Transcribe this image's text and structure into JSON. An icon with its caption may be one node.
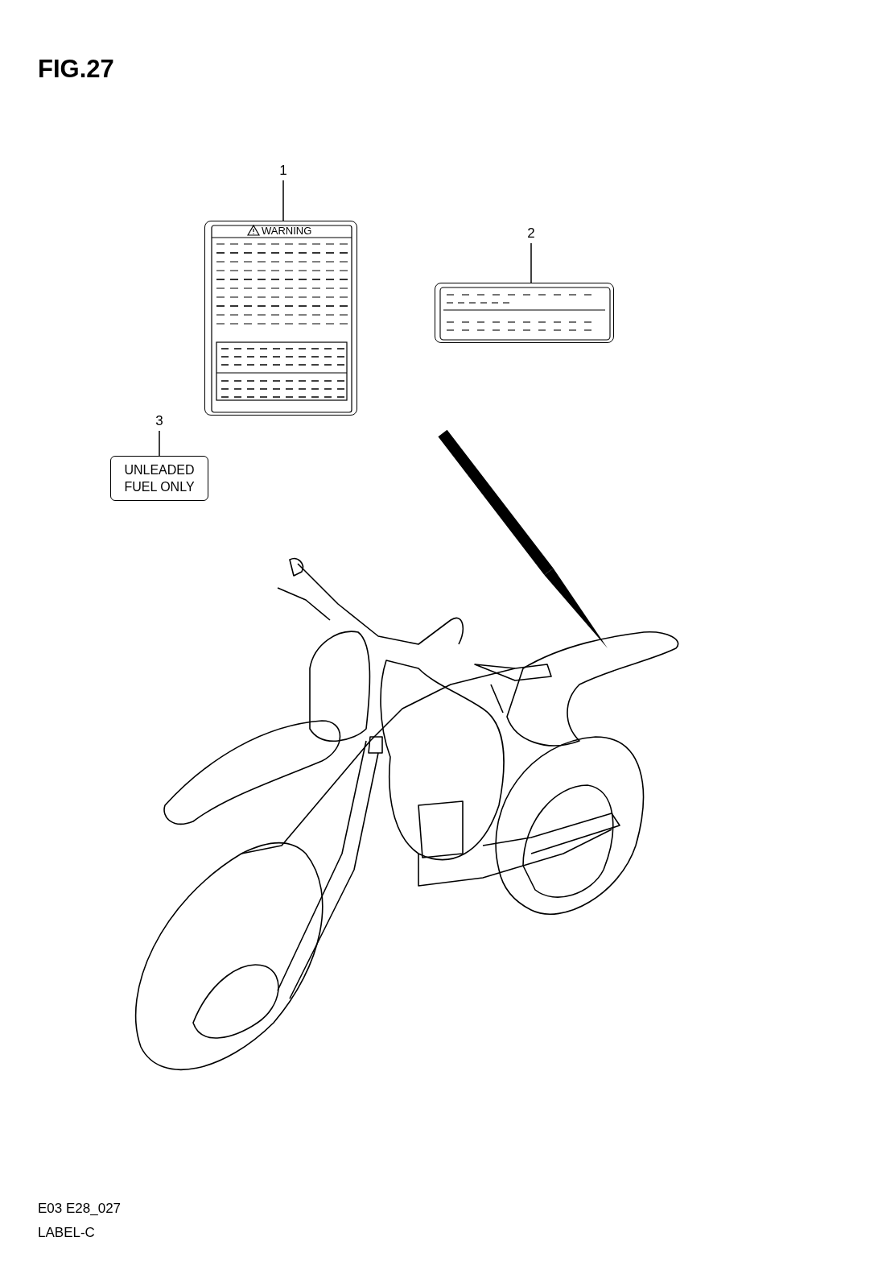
{
  "diagram": {
    "title": "FIG.27",
    "nodes": [
      {
        "text": [
          "1"
        ]
      },
      {
        "text": [
          "WARNING"
        ]
      },
      {
        "text": [
          "2"
        ]
      },
      {
        "text": [],
        "shape": "box"
      },
      {
        "text": [
          "3"
        ]
      },
      {
        "text": [
          "UNLEADED FUEL ONLY"
        ]
      },
      {
        "text": [],
        "shape": "picture"
      }
    ],
    "edges": [
      {
        "from": 0,
        "to": 1,
        "arrow": "none"
      },
      {
        "from": 2,
        "to": 3,
        "arrow": "none"
      },
      {
        "from": 4,
        "to": 5,
        "arrow": "none"
      },
      {
        "from": null,
        "to": 6,
        "arrow": "to",
        "style": "thick"
      }
    ],
    "labels": [
      "E03 E28_027",
      "LABEL-C"
    ]
  }
}
